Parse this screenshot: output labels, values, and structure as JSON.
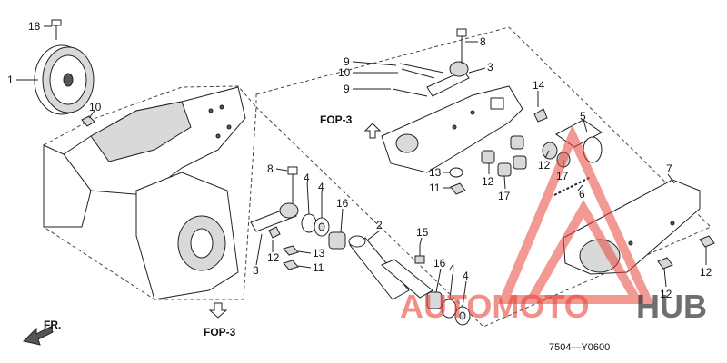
{
  "diagram": {
    "callouts": {
      "c1": "1",
      "c18": "18",
      "c10a": "10",
      "c8a": "8",
      "c9a": "9",
      "c10b": "10",
      "c9b": "9",
      "c3a": "3",
      "c14": "14",
      "c5": "5",
      "c8b": "8",
      "c4a": "4",
      "c4b": "4",
      "c16a": "16",
      "c3b": "3",
      "c12a": "12",
      "c13a": "13",
      "c11a": "11",
      "c2": "2",
      "c15": "15",
      "c16b": "16",
      "c4c": "4",
      "c4d": "4",
      "c13b": "13",
      "c11b": "11",
      "c12b": "12",
      "c17a": "17",
      "c12c": "12",
      "c17b": "17",
      "c6": "6",
      "c7": "7",
      "c12d": "12",
      "c12e": "12"
    },
    "fop_upper": "FOP-3",
    "fop_lower": "FOP-3",
    "front_label": "FR.",
    "drawing_code": "7504—Y0600"
  },
  "watermark": {
    "text_red": "AUTOMOTO",
    "text_dark": "HUB",
    "color_red": "#e8473c",
    "color_dark": "#333333"
  }
}
